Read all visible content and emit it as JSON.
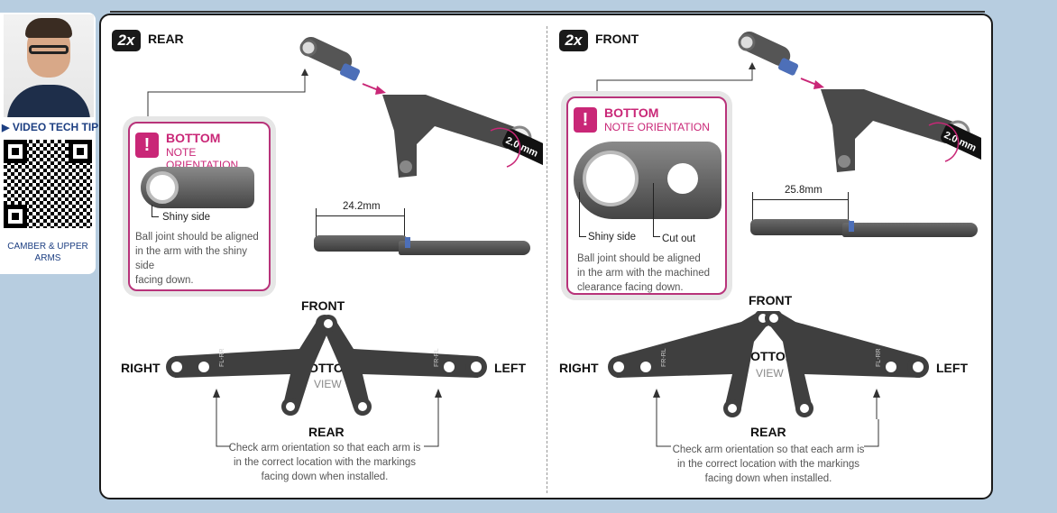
{
  "sidebar": {
    "video_tip": "VIDEO TECH TIP",
    "caption_line1": "CAMBER & UPPER",
    "caption_line2": "ARMS"
  },
  "rear": {
    "qty": "2x",
    "title": "REAR",
    "callout": {
      "title": "BOTTOM",
      "subtitle": "NOTE ORIENTATION",
      "shiny_label": "Shiny side",
      "text_lines": [
        "Ball joint should be aligned",
        "in the arm with the shiny side",
        "facing down."
      ]
    },
    "tool": "2.0 mm",
    "measurement": "24.2mm",
    "orientation": {
      "front": "FRONT",
      "rear": "REAR",
      "right": "RIGHT",
      "left": "LEFT",
      "bottom": "BOTTOM",
      "view": "VIEW",
      "mark_left": "FL-RR",
      "mark_right": "FR-RL"
    },
    "check_lines": [
      "Check arm orientation so that each arm is",
      "in the correct location with the markings",
      "facing down when installed."
    ]
  },
  "front": {
    "qty": "2x",
    "title": "FRONT",
    "callout": {
      "title": "BOTTOM",
      "subtitle": "NOTE ORIENTATION",
      "shiny_label": "Shiny side",
      "cutout_label": "Cut out",
      "text_lines": [
        "Ball joint should be aligned",
        "in the arm with the machined",
        "clearance facing down."
      ]
    },
    "tool": "2.0 mm",
    "measurement": "25.8mm",
    "orientation": {
      "front": "FRONT",
      "rear": "REAR",
      "right": "RIGHT",
      "left": "LEFT",
      "bottom": "BOTTOM",
      "view": "VIEW",
      "mark_left": "FR-RL",
      "mark_right": "FL-RR"
    },
    "check_lines": [
      "Check arm orientation so that each arm is",
      "in the correct location with the markings",
      "facing down when installed."
    ]
  },
  "colors": {
    "accent": "#c92777",
    "background": "#b7cde0",
    "link": "#1d3f82"
  }
}
